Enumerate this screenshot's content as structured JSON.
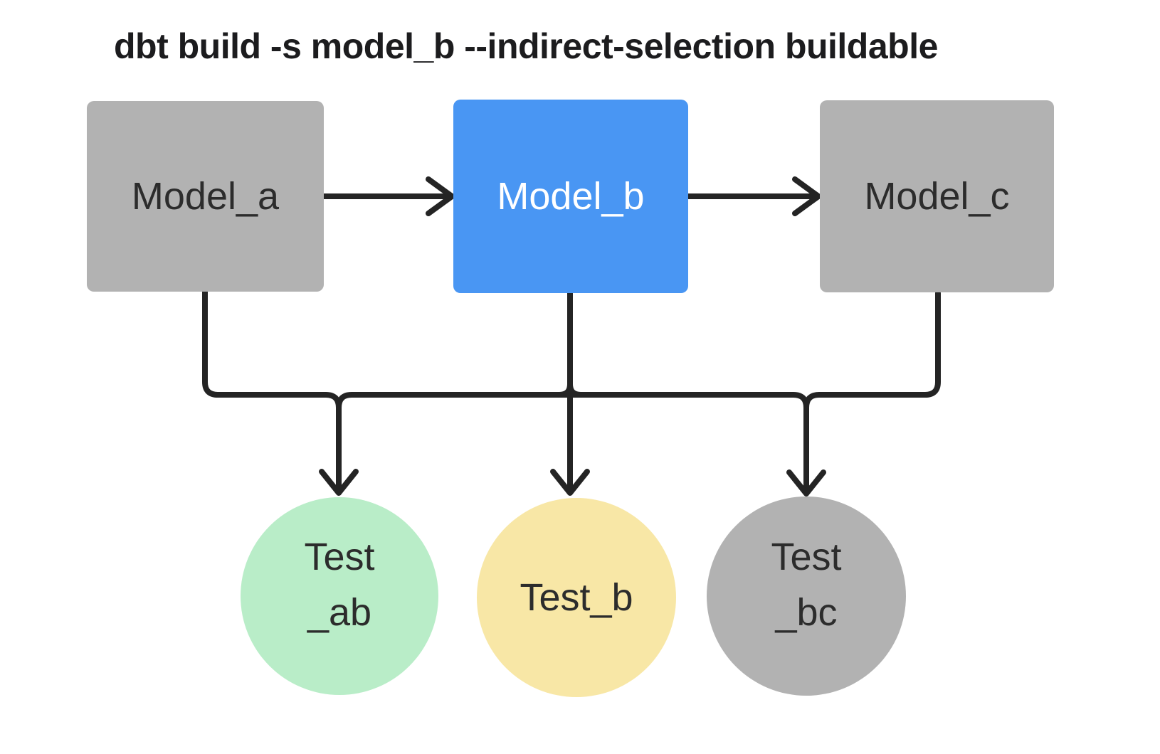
{
  "title": "dbt build -s model_b --indirect-selection buildable",
  "models": [
    {
      "id": "model_a",
      "label": "Model_a",
      "variant": "default"
    },
    {
      "id": "model_b",
      "label": "Model_b",
      "variant": "selected"
    },
    {
      "id": "model_c",
      "label": "Model_c",
      "variant": "default"
    }
  ],
  "tests": [
    {
      "id": "test_ab",
      "lines": [
        "Test",
        "_ab"
      ],
      "variant": "green"
    },
    {
      "id": "test_b",
      "lines": [
        "Test_b"
      ],
      "variant": "yellow"
    },
    {
      "id": "test_bc",
      "lines": [
        "Test",
        "_bc"
      ],
      "variant": "gray"
    }
  ],
  "edges": [
    {
      "from": "model_a",
      "to": "model_b"
    },
    {
      "from": "model_b",
      "to": "model_c"
    },
    {
      "from": "model_a",
      "to": "test_ab"
    },
    {
      "from": "model_b",
      "to": "test_ab"
    },
    {
      "from": "model_b",
      "to": "test_b"
    },
    {
      "from": "model_b",
      "to": "test_bc"
    },
    {
      "from": "model_c",
      "to": "test_bc"
    }
  ],
  "colors": {
    "ink": "#242424",
    "node-gray": "#b2b2b2",
    "node-blue": "#4996f3",
    "node-green": "#b9edc8",
    "node-yellow": "#f8e7a6",
    "text-dark": "#2c2c2c",
    "text-light": "#ffffff",
    "background": "#ffffff"
  }
}
